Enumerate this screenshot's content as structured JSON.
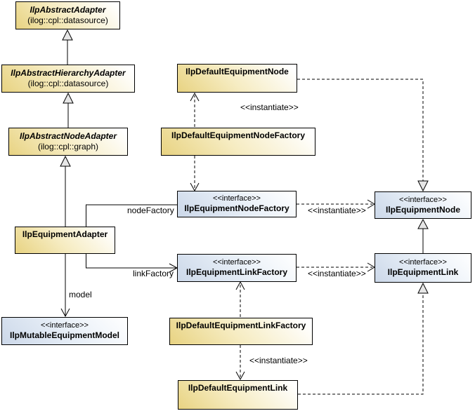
{
  "diagram": {
    "classes": {
      "abstract_adapter": {
        "name": "IlpAbstractAdapter",
        "package": "(ilog::cpl::datasource)"
      },
      "abstract_hierarchy_adapter": {
        "name": "IlpAbstractHierarchyAdapter",
        "package": "(ilog::cpl::datasource)"
      },
      "abstract_node_adapter": {
        "name": "IlpAbstractNodeAdapter",
        "package": "(ilog::cpl::graph)"
      },
      "equipment_adapter": {
        "name": "IlpEquipmentAdapter"
      },
      "mutable_equipment_model": {
        "stereotype": "<<interface>>",
        "name": "IlpMutableEquipmentModel"
      },
      "default_equipment_node": {
        "name": "IlpDefaultEquipmentNode"
      },
      "default_equipment_node_factory": {
        "name": "IlpDefaultEquipmentNodeFactory"
      },
      "equipment_node_factory": {
        "stereotype": "<<interface>>",
        "name": "IlpEquipmentNodeFactory"
      },
      "equipment_node": {
        "stereotype": "<<interface>>",
        "name": "IlpEquipmentNode"
      },
      "equipment_link_factory": {
        "stereotype": "<<interface>>",
        "name": "IlpEquipmentLinkFactory"
      },
      "equipment_link": {
        "stereotype": "<<interface>>",
        "name": "IlpEquipmentLink"
      },
      "default_equipment_link_factory": {
        "name": "IlpDefaultEquipmentLinkFactory"
      },
      "default_equipment_link": {
        "name": "IlpDefaultEquipmentLink"
      }
    },
    "labels": {
      "node_factory": "nodeFactory",
      "link_factory": "linkFactory",
      "model": "model",
      "instantiate": "<<instantiate>>"
    },
    "colors": {
      "class_fill": "#e8d382",
      "interface_fill": "#ccd8e9",
      "border": "#000000",
      "triangle_fill": "#e6e6e6"
    }
  }
}
